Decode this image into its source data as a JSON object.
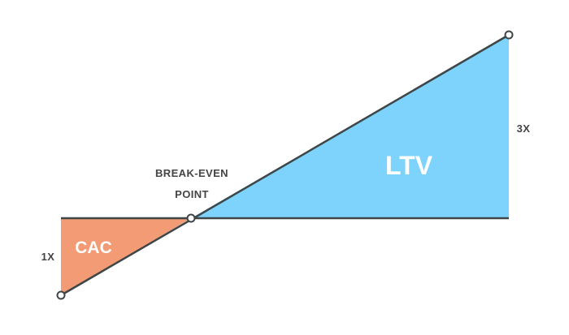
{
  "diagram": {
    "labels": {
      "cac": "CAC",
      "ltv": "LTV",
      "break_even_line1": "BREAK-EVEN",
      "break_even_line2": "POINT",
      "multiplier_cac": "1X",
      "multiplier_ltv": "3X"
    },
    "colors": {
      "cac_fill": "#F39B74",
      "ltv_fill": "#7DD3FC",
      "line": "#3F4648",
      "text": "#444444",
      "marker_fill": "#FFFFFF"
    }
  }
}
